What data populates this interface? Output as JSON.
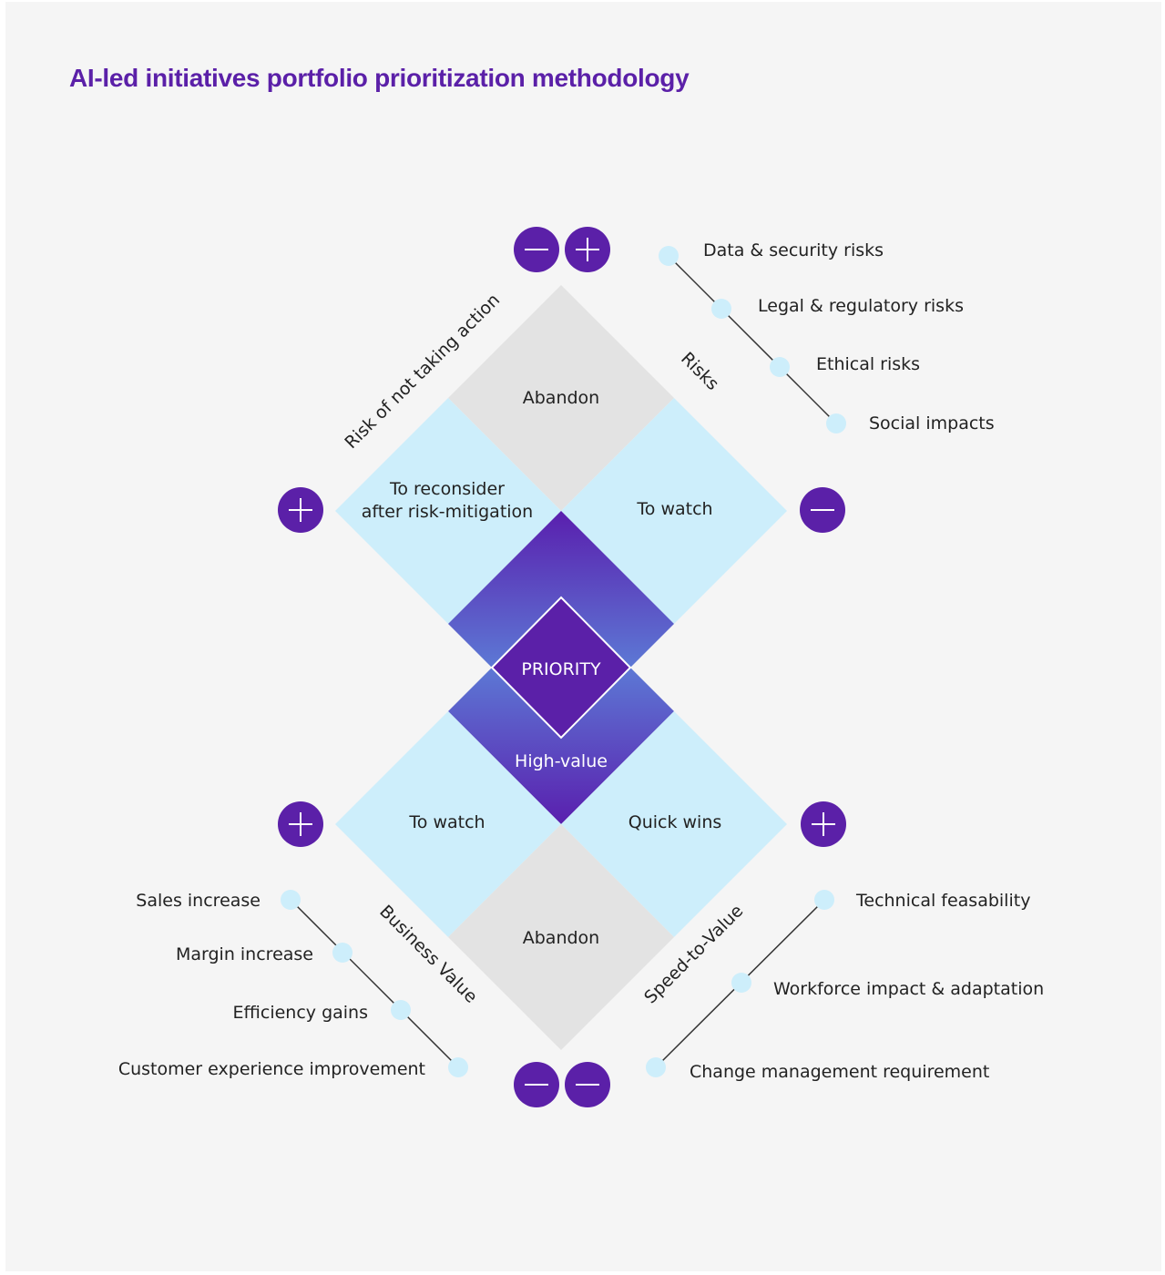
{
  "title": "AI-led initiatives portfolio prioritization methodology",
  "colors": {
    "purple": "#5b20a8",
    "light_blue": "#cdeefb",
    "grey": "#e3e3e3",
    "dot": "#cdeefb"
  },
  "quadrants": {
    "top_abandon": "Abandon",
    "reconsider_line1": "To reconsider",
    "reconsider_line2": "after risk-mitigation",
    "top_watch": "To watch",
    "priority": "PRIORITY",
    "high_value": "High-value",
    "bottom_watch": "To watch",
    "quick_wins": "Quick wins",
    "bottom_abandon": "Abandon"
  },
  "axes": {
    "risk_of_not_acting": "Risk of not taking action",
    "risks": "Risks",
    "business_value": "Business Value",
    "speed_to_value": "Speed-to-Value"
  },
  "signs": {
    "top_left": "minus-icon",
    "top_right": "plus-icon",
    "left_upper": "plus-icon",
    "right_upper": "minus-icon",
    "left_lower": "plus-icon",
    "right_lower": "plus-icon",
    "bottom_left": "minus-icon",
    "bottom_right": "minus-icon"
  },
  "risk_factors": [
    "Data & security risks",
    "Legal & regulatory risks",
    "Ethical risks",
    "Social impacts"
  ],
  "value_factors": [
    "Sales increase",
    "Margin increase",
    "Efficiency gains",
    "Customer experience improvement"
  ],
  "speed_factors": [
    "Technical feasability",
    "Workforce impact & adaptation",
    "Change management requirement"
  ]
}
